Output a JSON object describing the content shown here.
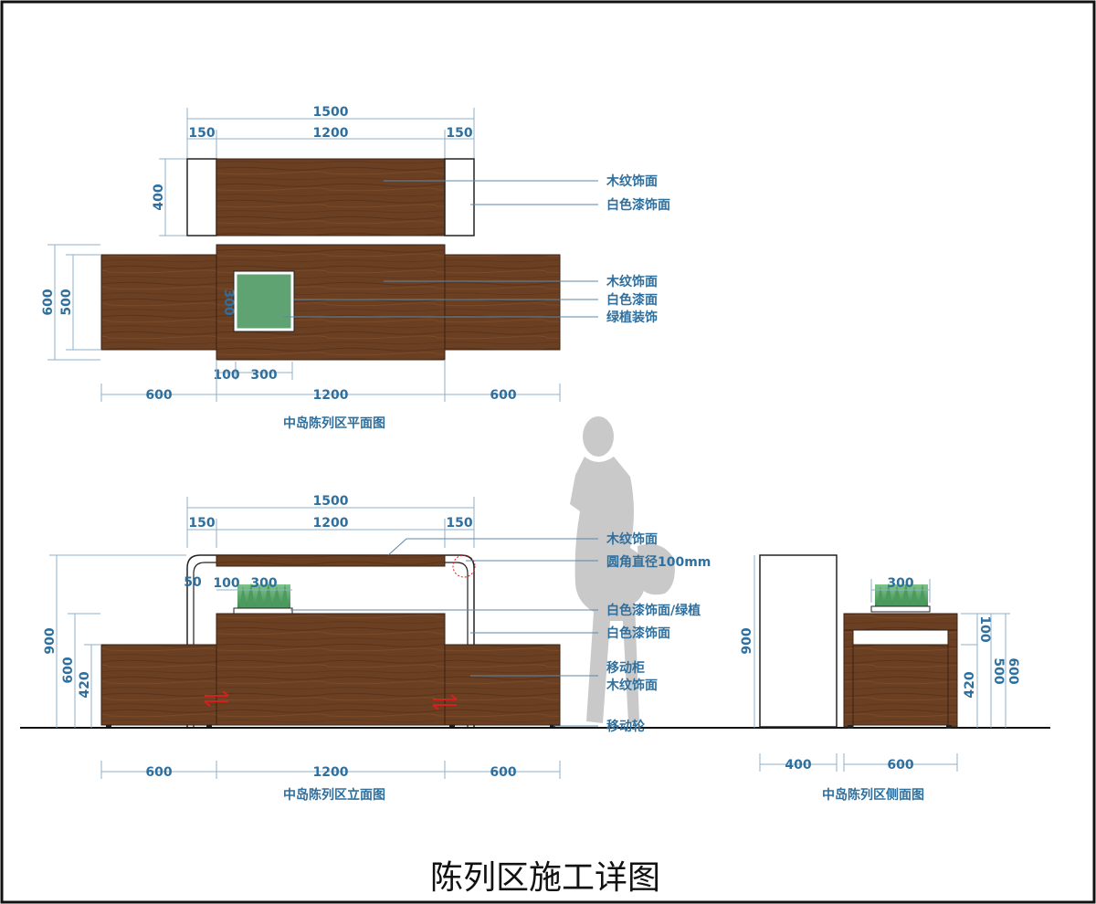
{
  "title": "陈列区施工详图",
  "plan": {
    "caption": "中岛陈列区平面图",
    "dims": {
      "top_total": "1500",
      "top_left": "150",
      "top_mid": "1200",
      "top_right": "150",
      "upper_height": "400",
      "outer_height": "600",
      "inner_height": "500",
      "planter_size": "300",
      "planter_offset": "100",
      "planter_width": "300",
      "bottom_left": "600",
      "bottom_mid": "1200",
      "bottom_right": "600"
    },
    "labels": [
      "木纹饰面",
      "白色漆饰面",
      "木纹饰面",
      "白色漆面",
      "绿植装饰"
    ]
  },
  "elevation": {
    "caption": "中岛陈列区立面图",
    "dims": {
      "top_total": "1500",
      "top_left": "150",
      "top_mid": "1200",
      "top_right": "150",
      "gap": "50",
      "planter_offset": "100",
      "planter_width": "300",
      "height_total": "900",
      "height_mid": "600",
      "height_cab": "420",
      "bottom_left": "600",
      "bottom_mid": "1200",
      "bottom_right": "600"
    },
    "labels": [
      "木纹饰面",
      "圆角直径100mm",
      "白色漆饰面/绿植",
      "白色漆饰面",
      "移动柜",
      "木纹饰面",
      "移动轮"
    ]
  },
  "side": {
    "caption": "中岛陈列区侧面图",
    "dims": {
      "planter_width": "300",
      "height_left": "900",
      "right_top": "100",
      "right_mid": "500",
      "right_low": "420",
      "right_total": "600",
      "bottom_left": "400",
      "bottom_right": "600"
    }
  },
  "colors": {
    "wood": "#6b3f22",
    "dimension": "#2e6f9e",
    "planter": "#5fa373",
    "arrow": "#d42020"
  }
}
